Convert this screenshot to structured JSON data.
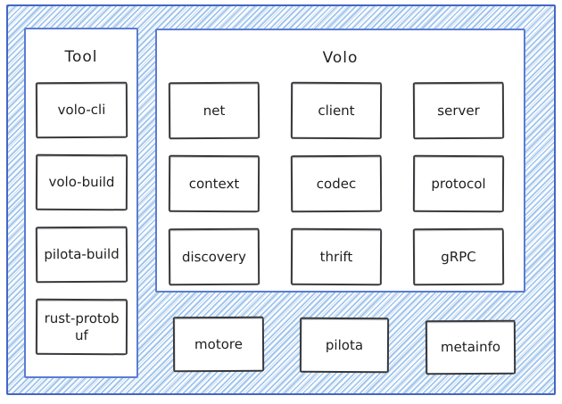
{
  "colors": {
    "outer_border": "#4566c4",
    "panel_border": "#5c7cd2",
    "box_border": "#37393c",
    "hatch_line": "#9ec4ec",
    "hatch_line_light": "#cadef5",
    "text": "#1e1e1e",
    "panel_bg": "#ffffff"
  },
  "tool_panel": {
    "title": "Tool",
    "boxes": [
      {
        "label": "volo-cli"
      },
      {
        "label": "volo-build"
      },
      {
        "label": "pilota-build"
      },
      {
        "label": "rust-protobuf"
      }
    ]
  },
  "volo_panel": {
    "title": "Volo",
    "boxes": [
      {
        "label": "net"
      },
      {
        "label": "client"
      },
      {
        "label": "server"
      },
      {
        "label": "context"
      },
      {
        "label": "codec"
      },
      {
        "label": "protocol"
      },
      {
        "label": "discovery"
      },
      {
        "label": "thrift"
      },
      {
        "label": "gRPC"
      }
    ]
  },
  "bottom_row": {
    "boxes": [
      {
        "label": "motore"
      },
      {
        "label": "pilota"
      },
      {
        "label": "metainfo"
      }
    ]
  }
}
